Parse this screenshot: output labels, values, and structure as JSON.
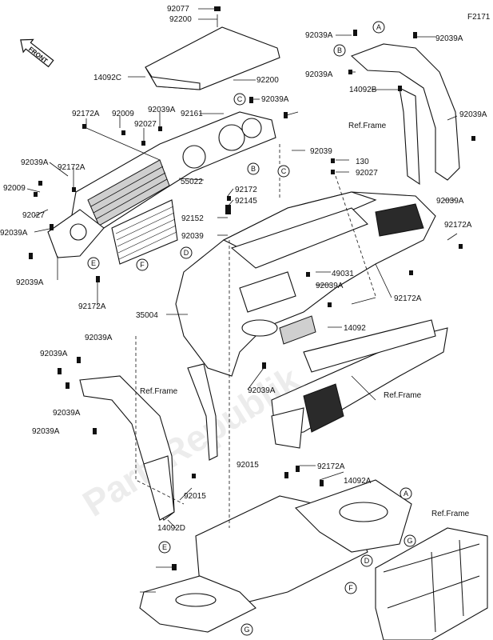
{
  "figure_code": "F2171",
  "front_label": "FRONT",
  "watermark": "PartsRepublik",
  "labels": [
    "92077",
    "92200",
    "14092C",
    "92200",
    "92039A",
    "92039A",
    "92039A",
    "92161",
    "92039A",
    "92172A",
    "92009",
    "92027",
    "92039A",
    "92039A",
    "92172A",
    "92009",
    "92027",
    "92039A",
    "55022",
    "92172",
    "92145",
    "92152",
    "92039",
    "92039",
    "130",
    "92027",
    "49031",
    "92039A",
    "92039A",
    "92172A",
    "35004",
    "14092",
    "92039A",
    "92039A",
    "92039A",
    "92039A",
    "92039A",
    "14092B",
    "92039A",
    "92172A",
    "92039A",
    "92172A",
    "92015",
    "92172A",
    "14092A",
    "92015",
    "14092D"
  ],
  "ref_frame_labels": [
    "Ref.Frame",
    "Ref.Frame",
    "Ref.Frame",
    "Ref.Frame"
  ],
  "callouts": [
    "A",
    "B",
    "C",
    "B",
    "C",
    "D",
    "E",
    "F",
    "A",
    "E",
    "G",
    "D",
    "F",
    "G"
  ]
}
